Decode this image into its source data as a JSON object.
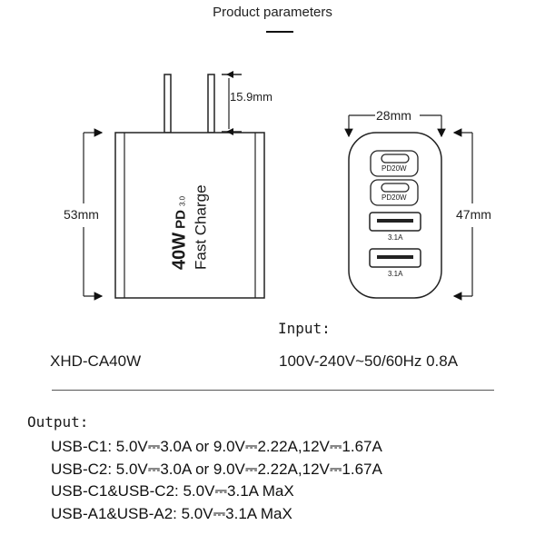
{
  "header": {
    "title": "Product parameters"
  },
  "dimensions": {
    "pin_length": "15.9mm",
    "height_front": "53mm",
    "width_side": "28mm",
    "height_side": "47mm"
  },
  "charger_front": {
    "power": "40W",
    "pd_logo": "PD",
    "pd_version": "3.0",
    "tagline": "Fast Charge"
  },
  "charger_ports": {
    "usb_c1": "PD20W",
    "usb_c2": "PD20W",
    "usb_a1": "3.1A",
    "usb_a2": "3.1A"
  },
  "specs": {
    "model": "XHD-CA40W",
    "input_label": "Input:",
    "input_value": "100V-240V~50/60Hz 0.8A",
    "output_label": "Output:",
    "output_lines": [
      "USB-C1: 5.0V⎓3.0A or 9.0V⎓2.22A,12V⎓1.67A",
      "USB-C2: 5.0V⎓3.0A or 9.0V⎓2.22A,12V⎓1.67A",
      "USB-C1&USB-C2: 5.0V⎓3.1A MaX",
      "USB-A1&USB-A2: 5.0V⎓3.1A MaX"
    ]
  }
}
